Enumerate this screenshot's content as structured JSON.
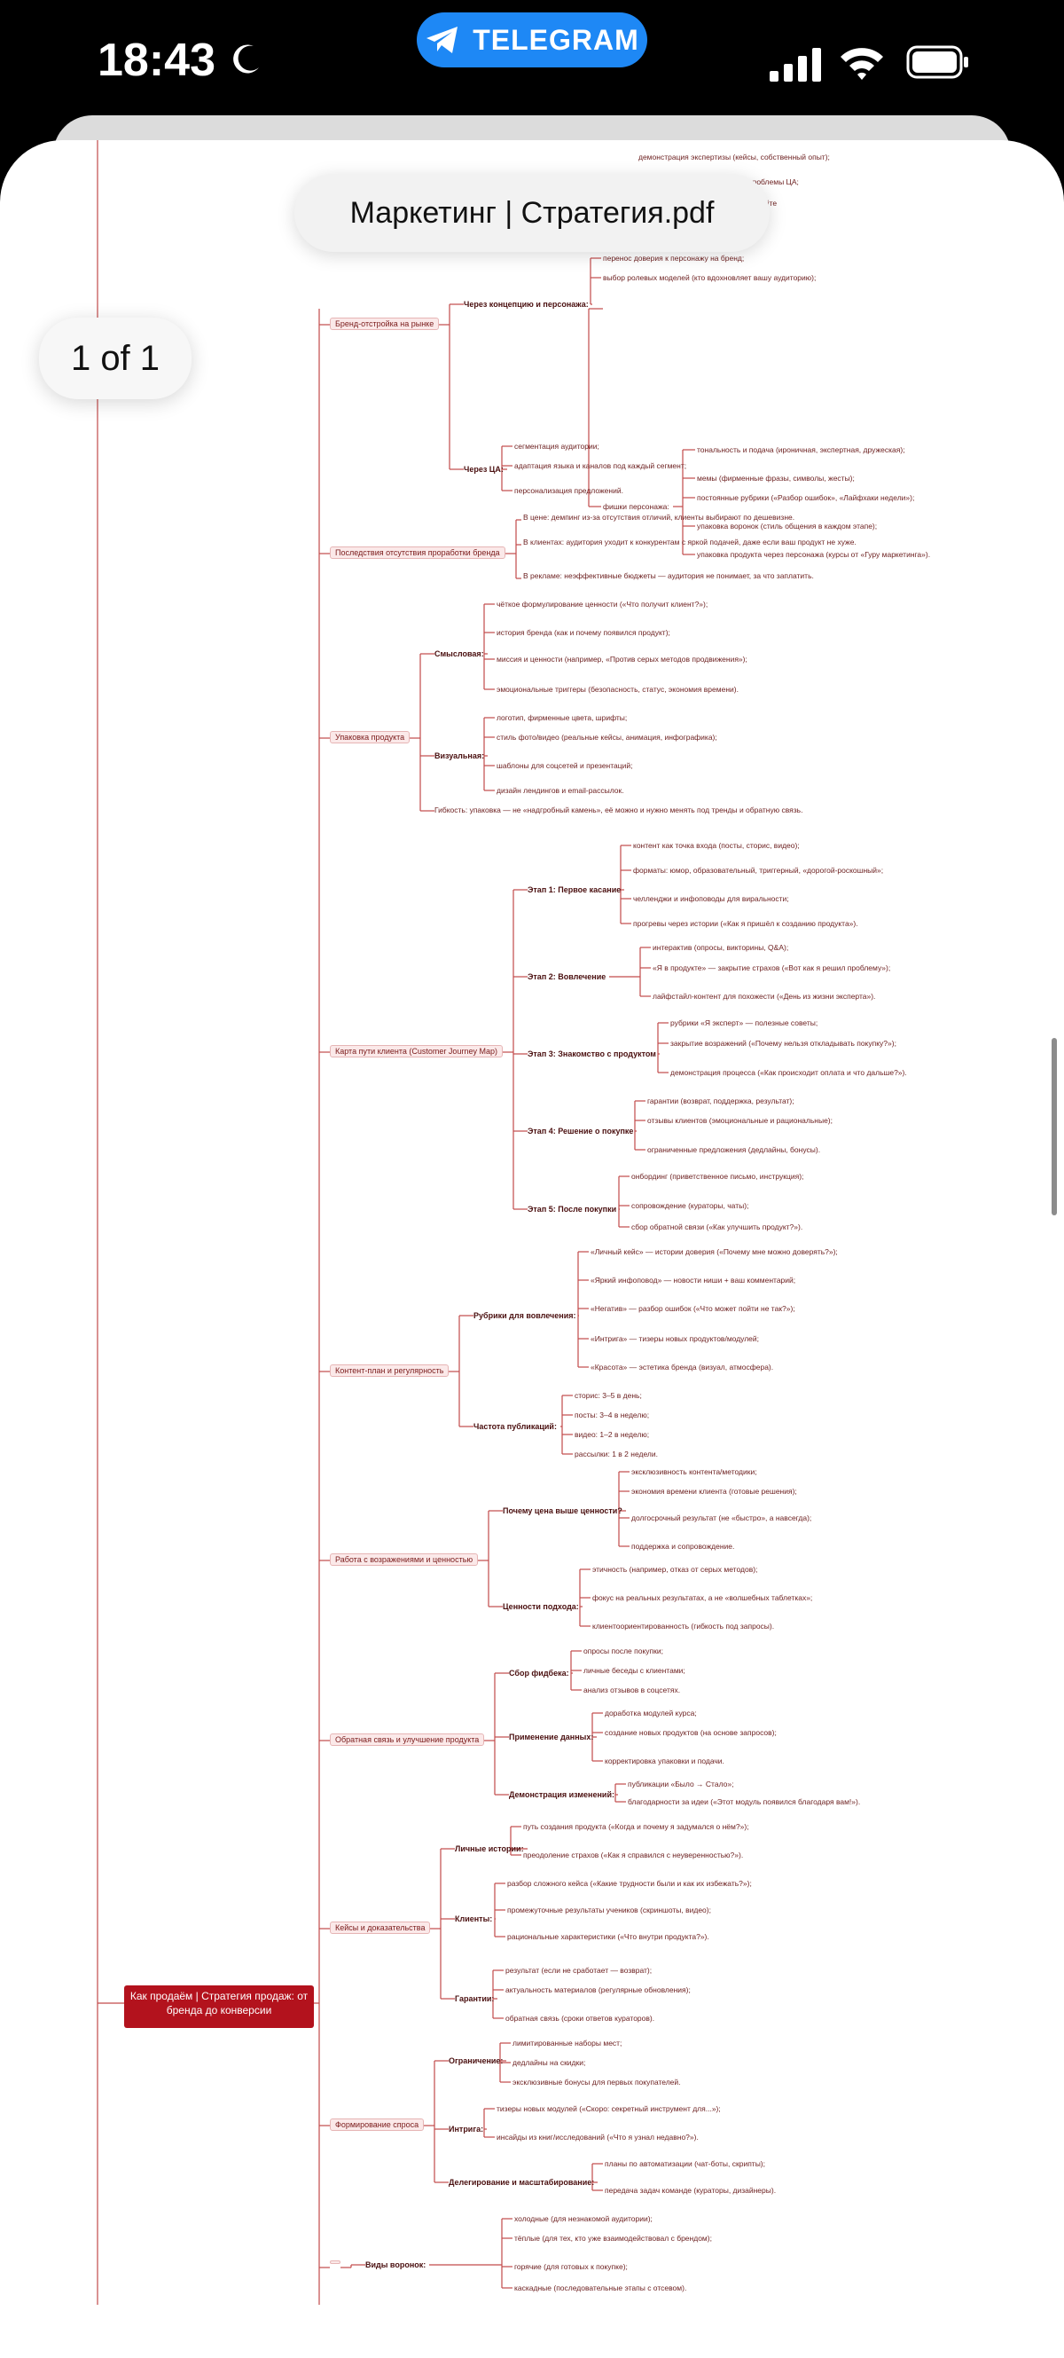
{
  "status": {
    "time": "18:43",
    "telegram": "TELEGRAM"
  },
  "viewer": {
    "title": "Маркетинг | Стратегия.pdf",
    "page": "1 of 1"
  },
  "mindmap": {
    "root": "Как продаём | Стратегия продаж: от бренда до конверсии",
    "categories": [
      "Бренд-отстройка на рынке",
      "Последствия отсутствия проработки бренда",
      "Упаковка продукта",
      "Карта пути клиента (Customer Journey Map)",
      "Контент-план и регулярность",
      "Работа с возражениями и ценностью",
      "Обратная связь и улучшение продукта",
      "Кейсы и доказательства",
      "Формирование спроса"
    ],
    "subs": [
      "Через концепцию и персонажа:",
      "Через ЦА:",
      "Смысловая:",
      "Визуальная:",
      "Этап 1: Первое касание",
      "Этап 2: Вовлечение",
      "Этап 3: Знакомство с продуктом",
      "Этап 4: Решение о покупке",
      "Этап 5: После покупки",
      "Рубрики для вовлечения:",
      "Частота публикаций:",
      "Почему цена выше ценности?",
      "Ценности подхода:",
      "Сбор фидбека:",
      "Применение данных:",
      "Демонстрация изменений:",
      "Личные истории:",
      "Клиенты:",
      "Гарантии:",
      "Ограничение:",
      "Интрига:",
      "Делегирование и масштабирование:",
      "Виды воронок:",
      "фишки персонажа:"
    ],
    "leaves": [
      "демонстрация экспертизы (кейсы, собственный опыт);",
      "проблемы ЦА;",
      "давайте",
      "перенос доверия к персонажу на бренд;",
      "выбор ролевых моделей (кто вдохновляет вашу аудиторию);",
      "тональность и подача (ироничная, экспертная, дружеская);",
      "мемы (фирменные фразы, символы, жесты);",
      "постоянные рубрики («Разбор ошибок», «Лайфхаки недели»);",
      "упаковка воронок (стиль общения в каждом этапе);",
      "упаковка продукта через персонажа (курсы от «Гуру маркетинга»).",
      "сегментация аудитории;",
      "адаптация языка и каналов под каждый сегмент;",
      "персонализация предложений.",
      "В цене: демпинг из-за отсутствия отличий, клиенты выбирают по дешевизне.",
      "В клиентах: аудитория уходит к конкурентам с яркой подачей, даже если ваш продукт не хуже.",
      "В рекламе: неэффективные бюджеты — аудитория не понимает, за что заплатить.",
      "чёткое формулирование ценности («Что получит клиент?»);",
      "история бренда (как и почему появился продукт);",
      "миссия и ценности (например, «Против серых методов продвижения»);",
      "эмоциональные триггеры (безопасность, статус, экономия времени).",
      "логотип, фирменные цвета, шрифты;",
      "стиль фото/видео (реальные кейсы, анимация, инфографика);",
      "шаблоны для соцсетей и презентаций;",
      "дизайн лендингов и email-рассылок.",
      "Гибкость: упаковка — не «надгробный камень», её можно и нужно менять под тренды и обратную связь.",
      "контент как точка входа (посты, сторис, видео);",
      "форматы: юмор, образовательный, триггерный, «дорогой-роскошный»;",
      "челленджи и инфоповоды для виральности;",
      "прогревы через истории («Как я пришёл к созданию продукта»).",
      "интерактив (опросы, викторины, Q&A);",
      "«Я в продукте» — закрытие страхов («Вот как я решил проблему»);",
      "лайфстайл-контент для похожести («День из жизни эксперта»).",
      "рубрики «Я эксперт» — полезные советы;",
      "закрытие возражений («Почему нельзя откладывать покупку?»);",
      "демонстрация процесса («Как происходит оплата и что дальше?»).",
      "гарантии (возврат, поддержка, результат);",
      "отзывы клиентов (эмоциональные и рациональные);",
      "ограниченные предложения (дедлайны, бонусы).",
      "онбординг (приветственное письмо, инструкция);",
      "сопровождение (кураторы, чаты);",
      "сбор обратной связи («Как улучшить продукт?»).",
      "«Личный кейс» — истории доверия («Почему мне можно доверять?»);",
      "«Яркий инфоповод» — новости ниши + ваш комментарий;",
      "«Негатив» — разбор ошибок («Что может пойти не так?»);",
      "«Интрига» — тизеры новых продуктов/модулей;",
      "«Красота» — эстетика бренда (визуал, атмосфера).",
      "сторис: 3–5 в день;",
      "посты: 3–4 в неделю;",
      "видео: 1–2 в неделю;",
      "рассылки: 1 в 2 недели.",
      "эксклюзивность контента/методики;",
      "экономия времени клиента (готовые решения);",
      "долгосрочный результат (не «быстро», а навсегда);",
      "поддержка и сопровождение.",
      "этичность (например, отказ от серых методов);",
      "фокус на реальных результатах, а не «волшебных таблетках»;",
      "клиентоориентированность (гибкость под запросы).",
      "опросы после покупки;",
      "личные беседы с клиентами;",
      "анализ отзывов в соцсетях.",
      "доработка модулей курса;",
      "создание новых продуктов (на основе запросов);",
      "корректировка упаковки и подачи.",
      "публикации «Было → Стало»;",
      "благодарности за идеи («Этот модуль появился благодаря вам!»).",
      "путь создания продукта («Когда и почему я задумался о нём?»);",
      "преодоление страхов («Как я справился с неуверенностью?»).",
      "разбор сложного кейса («Какие трудности были и как их избежать?»);",
      "промежуточные результаты учеников (скриншоты, видео);",
      "рациональные характеристики («Что внутри продукта?»).",
      "результат (если не сработает — возврат);",
      "актуальность материалов (регулярные обновления);",
      "обратная связь (сроки ответов кураторов).",
      "лимитированные наборы мест;",
      "дедлайны на скидки;",
      "эксклюзивные бонусы для первых покупателей.",
      "тизеры новых модулей («Скоро: секретный инструмент для...»);",
      "инсайды из книг/исследований («Что я узнал недавно?»).",
      "планы по автоматизации (чат-боты, скрипты);",
      "передача задач команде (кураторы, дизайнеры).",
      "холодные (для незнакомой аудитории);",
      "тёплые (для тех, кто уже взаимодействовал с брендом);",
      "горячие (для готовых к покупке);",
      "каскадные (последовательные этапы с отсевом)."
    ]
  }
}
